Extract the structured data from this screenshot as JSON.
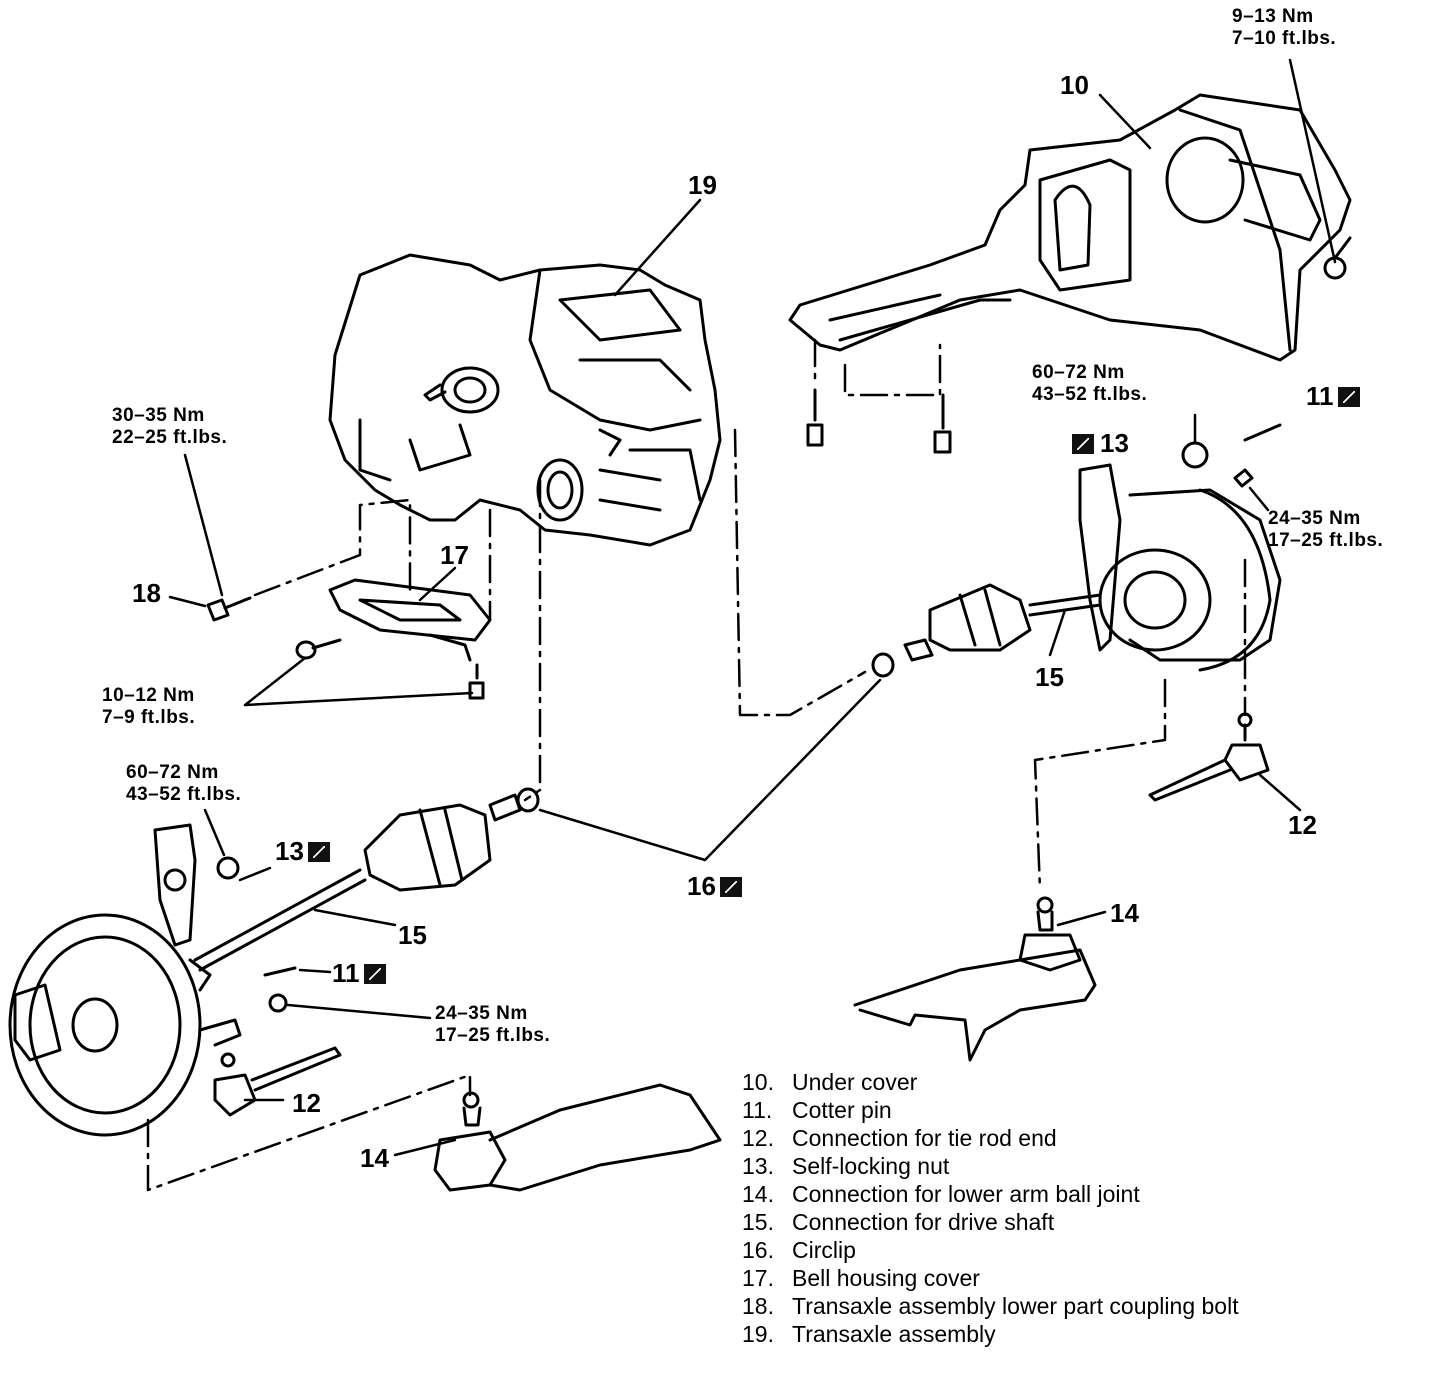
{
  "callouts": {
    "c10": "10",
    "c19": "19",
    "c11_right": "11",
    "c13_right": "13",
    "c18": "18",
    "c17": "17",
    "c15_right": "15",
    "c12_right": "12",
    "c13_left": "13",
    "c16": "16",
    "c15_left": "15",
    "c14_right": "14",
    "c11_left": "11",
    "c12_left": "12",
    "c14_left": "14"
  },
  "torque": {
    "t_9_13": {
      "nm": "9–13  Nm",
      "ft": "7–10  ft.lbs."
    },
    "t_60_72_right": {
      "nm": "60–72  Nm",
      "ft": "43–52  ft.lbs."
    },
    "t_30_35": {
      "nm": "30–35  Nm",
      "ft": "22–25  ft.lbs."
    },
    "t_24_35_right": {
      "nm": "24–35  Nm",
      "ft": "17–25  ft.lbs."
    },
    "t_10_12": {
      "nm": "10–12  Nm",
      "ft": "7–9  ft.lbs."
    },
    "t_60_72_left": {
      "nm": "60–72  Nm",
      "ft": "43–52  ft.lbs."
    },
    "t_24_35_left": {
      "nm": "24–35  Nm",
      "ft": "17–25  ft.lbs."
    }
  },
  "legend": [
    {
      "num": "10.",
      "text": "Under cover"
    },
    {
      "num": "11.",
      "text": "Cotter pin"
    },
    {
      "num": "12.",
      "text": "Connection for tie rod end"
    },
    {
      "num": "13.",
      "text": "Self-locking nut"
    },
    {
      "num": "14.",
      "text": "Connection for lower arm ball joint"
    },
    {
      "num": "15.",
      "text": "Connection for drive shaft"
    },
    {
      "num": "16.",
      "text": "Circlip"
    },
    {
      "num": "17.",
      "text": "Bell housing cover"
    },
    {
      "num": "18.",
      "text": "Transaxle assembly lower part coupling bolt"
    },
    {
      "num": "19.",
      "text": "Transaxle assembly"
    }
  ],
  "icons": {
    "replace_part": "replace-part-icon"
  },
  "colors": {
    "ink": "#000000",
    "paper": "#ffffff"
  }
}
